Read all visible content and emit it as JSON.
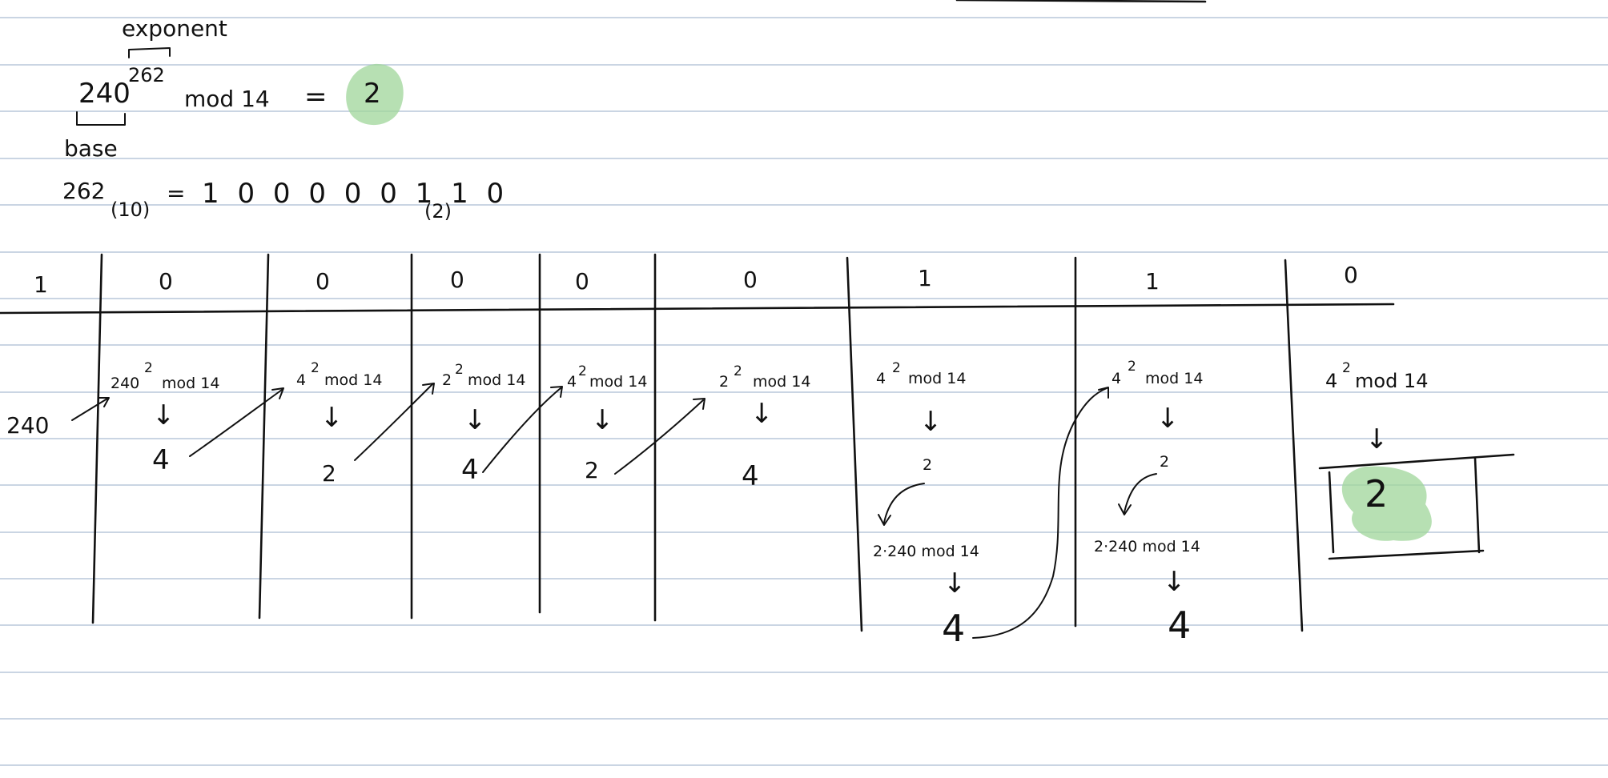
{
  "header": {
    "exponent_label": "exponent",
    "base_value": "240",
    "exponent_value": "262",
    "mod_text": "mod 14",
    "equals": "=",
    "result": "2",
    "base_label": "base",
    "decimal_value": "262",
    "decimal_sub": "(10)",
    "binary_value": "1 0 0 0 0 0 1 1 0",
    "binary_sub": "(2)"
  },
  "table": {
    "bits": [
      "1",
      "0",
      "0",
      "0",
      "0",
      "0",
      "1",
      "1",
      "0"
    ],
    "start_value": "240",
    "arrow": "↓",
    "squares": [
      {
        "base": "240",
        "sup": "2",
        "mod": "mod 14",
        "result": "4"
      },
      {
        "base": "4",
        "sup": "2",
        "mod": "mod 14",
        "result": "2"
      },
      {
        "base": "2",
        "sup": "2",
        "mod": "mod 14",
        "result": "4"
      },
      {
        "base": "4",
        "sup": "2",
        "mod": "mod 14",
        "result": "2"
      },
      {
        "base": "2",
        "sup": "2",
        "mod": "mod 14",
        "result": "4"
      },
      {
        "base": "4",
        "sup": "2",
        "mod": "mod 14",
        "result": "2"
      },
      {
        "base": "4",
        "sup": "2",
        "mod": "mod 14",
        "result": "2"
      },
      {
        "base": "4",
        "sup": "2",
        "mod": "mod 14",
        "result": "2"
      }
    ],
    "multiplies": [
      {
        "expr": "2·240 mod 14",
        "result": "4"
      },
      {
        "expr": "2·240 mod 14",
        "result": "4"
      }
    ]
  },
  "colors": {
    "highlight": "#9fd59a",
    "ruled_line": "#b9c7da",
    "ink": "#111111"
  }
}
